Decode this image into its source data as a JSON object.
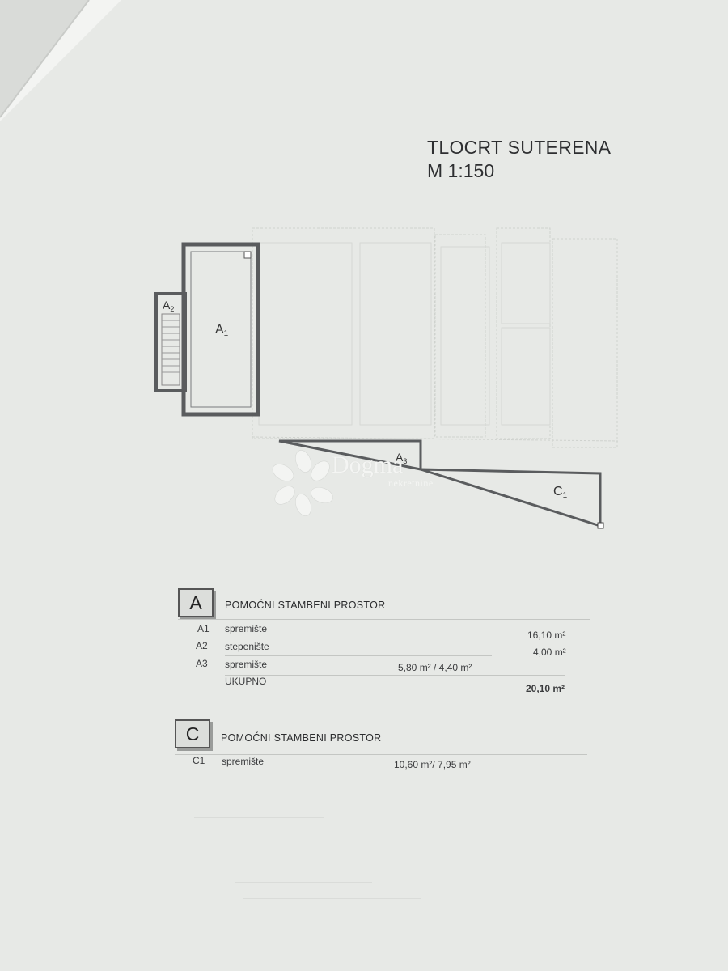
{
  "plan": {
    "title": "TLOCRT SUTERENA",
    "scale": "M 1:150",
    "rooms": {
      "a1": "A",
      "a1_sub": "1",
      "a2": "A",
      "a2_sub": "2",
      "a3": "A",
      "a3_sub": "3",
      "c1": "C",
      "c1_sub": "1"
    }
  },
  "watermark": {
    "brand": "Dogma",
    "sub": "nekretnine"
  },
  "section_a": {
    "letter": "A",
    "title": "POMOĆNI STAMBENI PROSTOR",
    "rows": [
      {
        "code": "A1",
        "name": "spremište",
        "area": "16,10 m²",
        "mid": ""
      },
      {
        "code": "A2",
        "name": "stepenište",
        "area": "4,00 m²",
        "mid": ""
      },
      {
        "code": "A3",
        "name": "spremište",
        "area": "",
        "mid": "5,80 m² / 4,40 m²"
      }
    ],
    "total_label": "UKUPNO",
    "total_value": "20,10 m²"
  },
  "section_c": {
    "letter": "C",
    "title": "POMOĆNI STAMBENI PROSTOR",
    "rows": [
      {
        "code": "C1",
        "name": "spremište",
        "mid": "10,60 m²/ 7,95 m²"
      }
    ]
  },
  "colors": {
    "paper": "#e7e9e6",
    "ink": "#3a3b3d",
    "wall": "#5a5c5e"
  }
}
